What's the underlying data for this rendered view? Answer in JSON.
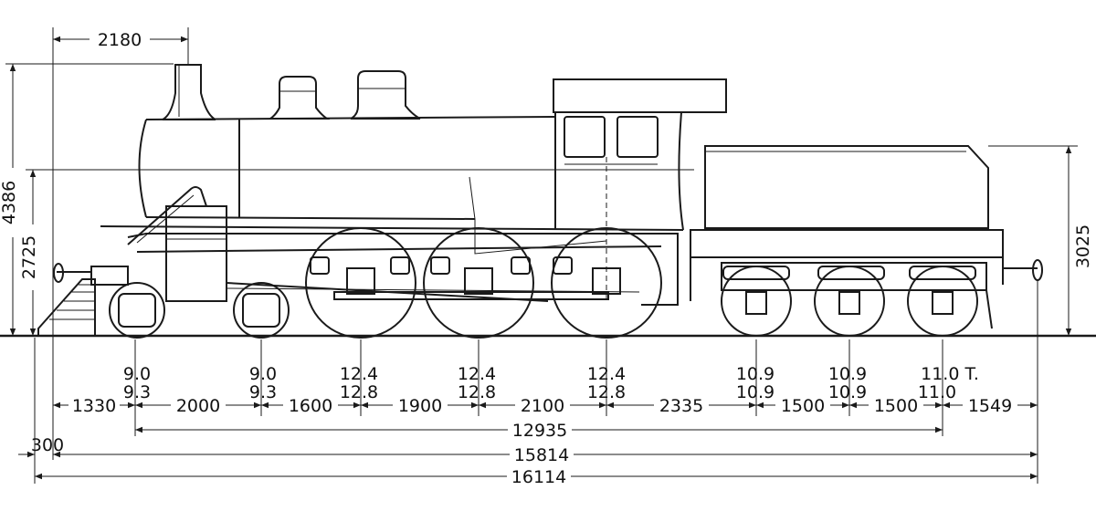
{
  "dimensions": {
    "chimney_offset": "2180",
    "overall_height": "4386",
    "boiler_height": "2725",
    "tender_height": "3025",
    "spacings": [
      "1330",
      "2000",
      "1600",
      "1900",
      "2100",
      "2335",
      "1500",
      "1500",
      "1549"
    ],
    "wheelbase_engine": "12935",
    "wheelbase_total": "15814",
    "front_offset": "300",
    "length_overall": "16114"
  },
  "axle_loads": [
    {
      "top": "9.0",
      "bottom": "9.3"
    },
    {
      "top": "9.0",
      "bottom": "9.3"
    },
    {
      "top": "12.4",
      "bottom": "12.8"
    },
    {
      "top": "12.4",
      "bottom": "12.8"
    },
    {
      "top": "12.4",
      "bottom": "12.8"
    },
    {
      "top": "10.9",
      "bottom": "10.9"
    },
    {
      "top": "10.9",
      "bottom": "10.9"
    },
    {
      "top": "11.0 T.",
      "bottom": "11.0"
    }
  ]
}
